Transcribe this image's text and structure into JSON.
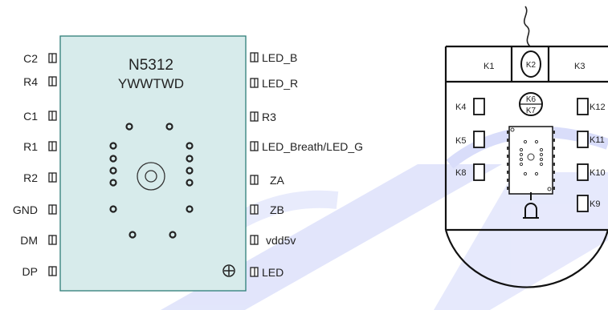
{
  "chip": {
    "part_number": "N5312",
    "date_code": "YWWTWD",
    "left_pins": [
      "C2",
      "R4",
      "C1",
      "R1",
      "R2",
      "GND",
      "DM",
      "DP"
    ],
    "right_pins": [
      "LED_B",
      "LED_R",
      "R3",
      "LED_Breath/LED_G",
      "ZA",
      "ZB",
      "vdd5v",
      "LED"
    ],
    "border_color": "#2e7d78"
  },
  "mouse": {
    "top_buttons": [
      "K1",
      "K2",
      "K3"
    ],
    "wheel_keys": [
      "K6",
      "K7"
    ],
    "left_keys": [
      "K4",
      "K5",
      "K8"
    ],
    "right_keys": [
      "K12",
      "K11",
      "K10",
      "K9"
    ]
  },
  "watermark_color": "#3b4fd8"
}
